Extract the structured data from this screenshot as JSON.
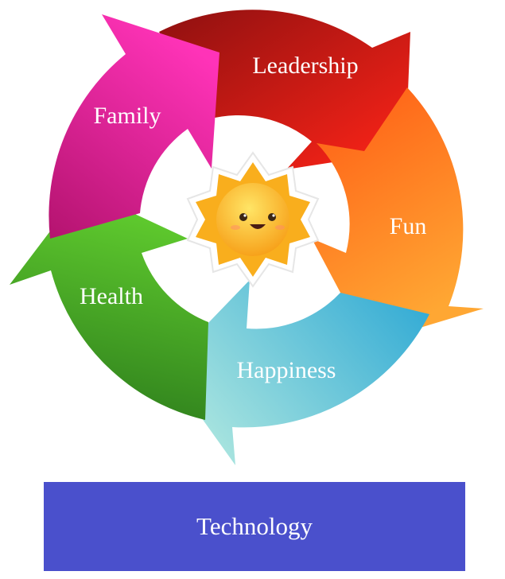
{
  "diagram": {
    "segments": [
      {
        "id": "leadership",
        "label": "Leadership",
        "color_start": "#8e1010",
        "color_end": "#ff2418"
      },
      {
        "id": "fun",
        "label": "Fun",
        "color_start": "#ff5a14",
        "color_end": "#ffa733"
      },
      {
        "id": "happiness",
        "label": "Happiness",
        "color_start": "#2ba7d4",
        "color_end": "#a8e4df"
      },
      {
        "id": "health",
        "label": "Health",
        "color_start": "#2d7d1c",
        "color_end": "#63d02f"
      },
      {
        "id": "family",
        "label": "Family",
        "color_start": "#b4136f",
        "color_end": "#ff33b8"
      }
    ],
    "center_icon": "smiling-sun-icon"
  },
  "footer": {
    "label": "Technology",
    "color": "#4a50cc"
  }
}
